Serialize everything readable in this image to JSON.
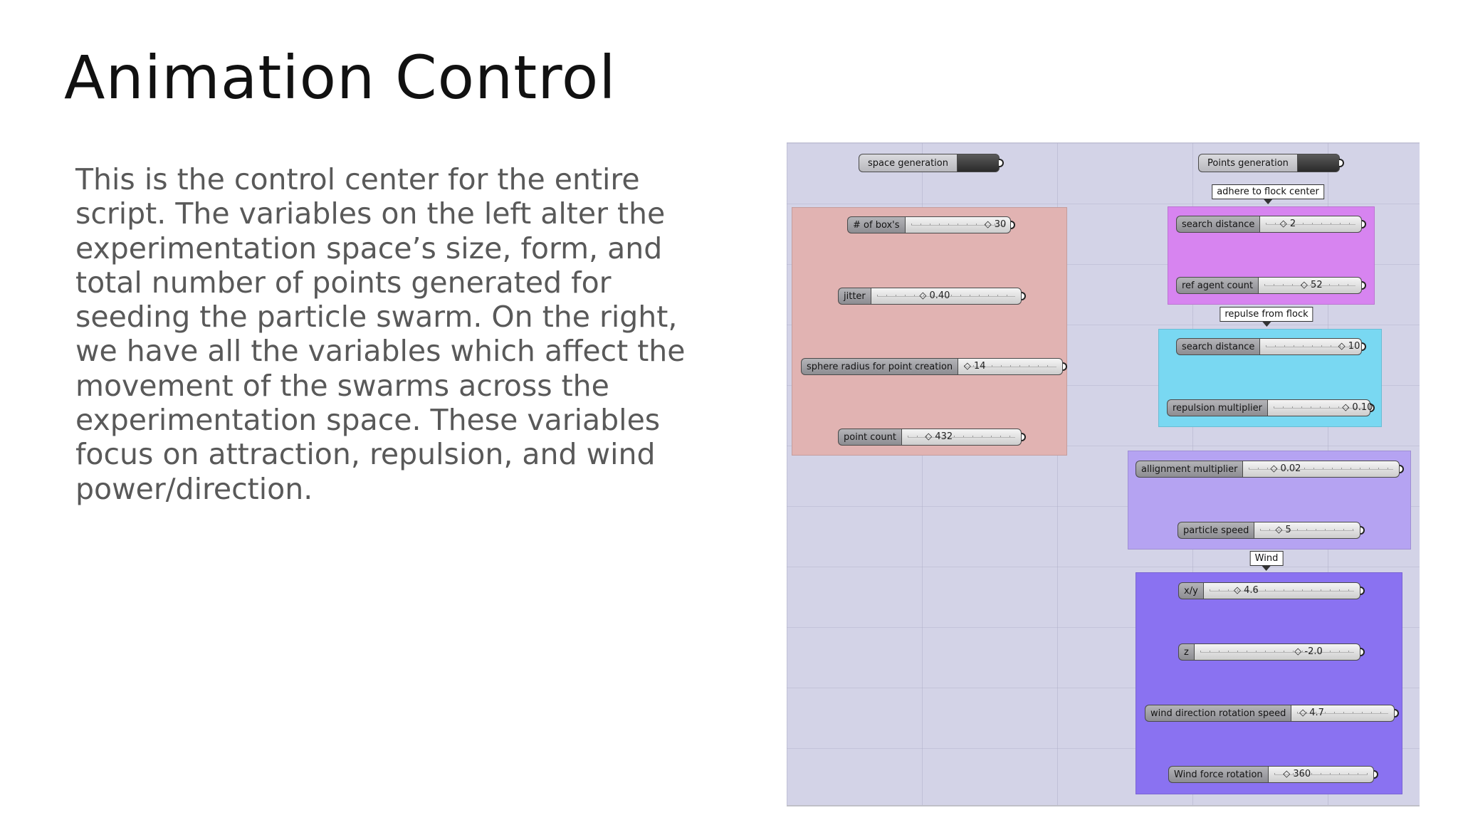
{
  "slide": {
    "title": "Animation Control",
    "body": "This is the control center for the entire script. The variables on the left alter the experimentation space’s size, form, and total number of points generated for seeding the particle swarm. On the right, we have all the variables which affect the movement of the swarms across the experimentation space. These variables focus on attraction, repulsion, and wind power/direction."
  },
  "colors": {
    "canvas": "#d3d3e7",
    "space_group": "#e1b3b2",
    "attraction_group": "#d784f0",
    "repulsion_group": "#79d8f2",
    "alignment_group": "#b5a3f2",
    "wind_group": "#8a72f1"
  },
  "canvas": {
    "toggles": {
      "space_generation": "space generation",
      "points_generation": "Points generation"
    },
    "panels": {
      "adhere": "adhere to flock center",
      "repulse": "repulse from flock",
      "wind": "Wind"
    },
    "sliders": {
      "boxes": {
        "label": "# of box's",
        "value": "30",
        "fraction": 0.97
      },
      "jitter": {
        "label": "jitter",
        "value": "0.40",
        "fraction": 0.4
      },
      "sphere_radius": {
        "label": "sphere radius for point creation",
        "value": "14",
        "fraction": 0.05
      },
      "point_count": {
        "label": "point count",
        "value": "432",
        "fraction": 0.25
      },
      "adhere_search": {
        "label": "search distance",
        "value": "2",
        "fraction": 0.2
      },
      "ref_agent_count": {
        "label": "ref agent count",
        "value": "52",
        "fraction": 0.52
      },
      "repulse_search": {
        "label": "search distance",
        "value": "10",
        "fraction": 1.0
      },
      "repulsion_multiplier": {
        "label": "repulsion multiplier",
        "value": "0.10",
        "fraction": 1.0
      },
      "alignment_multiplier": {
        "label": "allignment multiplier",
        "value": "0.02",
        "fraction": 0.2
      },
      "particle_speed": {
        "label": "particle speed",
        "value": "5",
        "fraction": 0.2
      },
      "wind_xy": {
        "label": "x/y",
        "value": "4.6",
        "fraction": 0.2
      },
      "wind_z": {
        "label": "z",
        "value": "-2.0",
        "fraction": 0.75
      },
      "wind_rotation_speed": {
        "label": "wind direction rotation speed",
        "value": "4.7",
        "fraction": 0.1
      },
      "wind_force_rotation": {
        "label": "Wind force rotation",
        "value": "360",
        "fraction": 0.2
      }
    }
  }
}
